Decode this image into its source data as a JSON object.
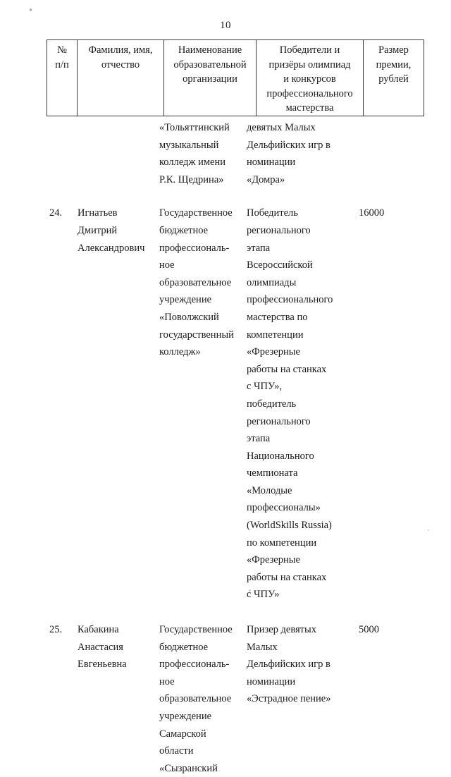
{
  "document": {
    "page_number": "10",
    "language": "ru"
  },
  "table": {
    "headers": [
      {
        "key": "num",
        "lines": [
          "№",
          "п/п"
        ]
      },
      {
        "key": "name",
        "lines": [
          "Фамилия, имя,",
          "отчество"
        ]
      },
      {
        "key": "org",
        "lines": [
          "Наименование",
          "образовательной",
          "организации"
        ]
      },
      {
        "key": "award",
        "lines": [
          "Победители и",
          "призёры олимпиад",
          "и конкурсов",
          "профессионального",
          "мастерства"
        ]
      },
      {
        "key": "sum",
        "lines": [
          "Размер",
          "премии,",
          "рублей"
        ]
      }
    ],
    "rows": [
      {
        "kind": "continuation",
        "num": [],
        "name": [],
        "org": [
          "«Тольяттинский",
          "музыкальный",
          "колледж имени",
          "Р.К. Щедрина»"
        ],
        "award": [
          "девятых Малых",
          "Дельфийских игр в",
          "номинации",
          "«Домра»"
        ],
        "sum": []
      },
      {
        "kind": "entry",
        "num": [
          "24."
        ],
        "name": [
          "Игнатьев",
          "Дмитрий",
          "Александрович"
        ],
        "org": [
          "Государственное",
          "бюджетное",
          "профессиональ-",
          "ное",
          "образовательное",
          "учреждение",
          "«Поволжский",
          "государственный",
          "колледж»"
        ],
        "award": [
          "Победитель",
          "регионального",
          "этапа",
          "Всероссийской",
          "олимпиады",
          "профессионального",
          "мастерства по",
          "компетенции",
          "«Фрезерные",
          "работы на станках",
          "с ЧПУ»,",
          "победитель",
          "регионального",
          "этапа",
          "Национального",
          "чемпионата",
          "«Молодые",
          "профессионалы»",
          "(WorldSkills Russia)",
          "по компетенции",
          "«Фрезерные",
          "работы на станках",
          "с ЧПУ»"
        ],
        "sum": [
          "16000"
        ]
      },
      {
        "kind": "entry",
        "num": [
          "25."
        ],
        "name": [
          "Кабакина",
          "Анастасия",
          "Евгеньевна"
        ],
        "org": [
          "Государственное",
          "бюджетное",
          "профессиональ-",
          "ное",
          "образовательное",
          "учреждение",
          "Самарской",
          "области",
          "«Сызранский"
        ],
        "award": [
          "Призер девятых",
          "Малых",
          "Дельфийских игр в",
          "номинации",
          "«Эстрадное пение»"
        ],
        "sum": [
          "5000"
        ]
      }
    ]
  }
}
